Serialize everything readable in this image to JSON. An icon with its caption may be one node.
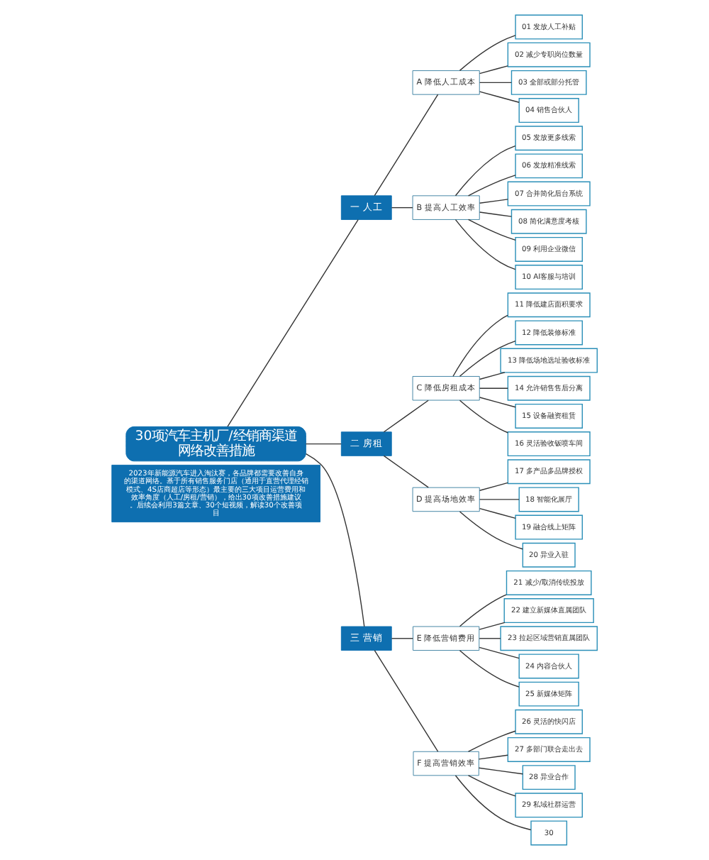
{
  "diagram": {
    "nodes": [
      {
        "text": [
          "30项汽车主机厂/经销商渠道网络改善措施"
        ]
      },
      {
        "text": [
          "2023年新能源汽车进入淘汰赛，各品牌都需要改善自身的渠道网络。基于所有销售服务门店（通用于直营代理经销模式、4S店商超店等形态）最主要的三大项目运营费用和效率角度（人工/房租/营销），给出30项改善措施建议。后续会利用3篇文章、30个短视频，解读30个改善项目"
        ]
      },
      {
        "text": [
          "一 人工"
        ]
      },
      {
        "text": [
          "二 房租"
        ]
      },
      {
        "text": [
          "三 营销"
        ]
      },
      {
        "text": [
          "A 降低人工成本"
        ]
      },
      {
        "text": [
          "B 提高人工效率"
        ]
      },
      {
        "text": [
          "C 降低房租成本"
        ]
      },
      {
        "text": [
          "D 提高场地效率"
        ]
      },
      {
        "text": [
          "E 降低营销费用"
        ]
      },
      {
        "text": [
          "F 提高营销效率"
        ]
      },
      {
        "text": [
          "01 发放人工补贴"
        ]
      },
      {
        "text": [
          "02 减少专职岗位数量"
        ]
      },
      {
        "text": [
          "03 全部或部分托管"
        ]
      },
      {
        "text": [
          "04 销售合伙人"
        ]
      },
      {
        "text": [
          "05 发放更多线索"
        ]
      },
      {
        "text": [
          "06 发放精准线索"
        ]
      },
      {
        "text": [
          "07 合并简化后台系统"
        ]
      },
      {
        "text": [
          "08 简化满意度考核"
        ]
      },
      {
        "text": [
          "09 利用企业微信"
        ]
      },
      {
        "text": [
          "10 AI客服与培训"
        ]
      },
      {
        "text": [
          "11 降低建店面积要求"
        ]
      },
      {
        "text": [
          "12 降低装修标准"
        ]
      },
      {
        "text": [
          "13 降低场地选址验收标准"
        ]
      },
      {
        "text": [
          "14 允许销售售后分离"
        ]
      },
      {
        "text": [
          "15 设备融资租赁"
        ]
      },
      {
        "text": [
          "16 灵活验收钣喷车间"
        ]
      },
      {
        "text": [
          "17 多产品多品牌授权"
        ]
      },
      {
        "text": [
          "18 智能化展厅"
        ]
      },
      {
        "text": [
          "19 融合线上矩阵"
        ]
      },
      {
        "text": [
          "20 异业入驻"
        ]
      },
      {
        "text": [
          "21 减少/取消传统投放"
        ]
      },
      {
        "text": [
          "22 建立新媒体直属团队"
        ]
      },
      {
        "text": [
          "23 拉起区域营销直属团队"
        ]
      },
      {
        "text": [
          "24 内容合伙人"
        ]
      },
      {
        "text": [
          "25 新媒体矩阵"
        ]
      },
      {
        "text": [
          "26 灵活的快闪店"
        ]
      },
      {
        "text": [
          "27 多部门联合走出去"
        ]
      },
      {
        "text": [
          "28 异业合作"
        ]
      },
      {
        "text": [
          "29 私域社群运营"
        ]
      },
      {
        "text": [
          "30"
        ]
      }
    ],
    "edges": [
      {
        "from": 0,
        "to": 2,
        "arrow": "none"
      },
      {
        "from": 0,
        "to": 3,
        "arrow": "none"
      },
      {
        "from": 0,
        "to": 4,
        "arrow": "none"
      },
      {
        "from": 2,
        "to": 5,
        "arrow": "none"
      },
      {
        "from": 2,
        "to": 6,
        "arrow": "none"
      },
      {
        "from": 3,
        "to": 7,
        "arrow": "none"
      },
      {
        "from": 3,
        "to": 8,
        "arrow": "none"
      },
      {
        "from": 4,
        "to": 9,
        "arrow": "none"
      },
      {
        "from": 4,
        "to": 10,
        "arrow": "none"
      },
      {
        "from": 5,
        "to": 11,
        "arrow": "none"
      },
      {
        "from": 5,
        "to": 12,
        "arrow": "none"
      },
      {
        "from": 5,
        "to": 13,
        "arrow": "none"
      },
      {
        "from": 5,
        "to": 14,
        "arrow": "none"
      },
      {
        "from": 6,
        "to": 15,
        "arrow": "none"
      },
      {
        "from": 6,
        "to": 16,
        "arrow": "none"
      },
      {
        "from": 6,
        "to": 17,
        "arrow": "none"
      },
      {
        "from": 6,
        "to": 18,
        "arrow": "none"
      },
      {
        "from": 6,
        "to": 19,
        "arrow": "none"
      },
      {
        "from": 6,
        "to": 20,
        "arrow": "none"
      },
      {
        "from": 7,
        "to": 21,
        "arrow": "none"
      },
      {
        "from": 7,
        "to": 22,
        "arrow": "none"
      },
      {
        "from": 7,
        "to": 23,
        "arrow": "none"
      },
      {
        "from": 7,
        "to": 24,
        "arrow": "none"
      },
      {
        "from": 7,
        "to": 25,
        "arrow": "none"
      },
      {
        "from": 7,
        "to": 26,
        "arrow": "none"
      },
      {
        "from": 8,
        "to": 27,
        "arrow": "none"
      },
      {
        "from": 8,
        "to": 28,
        "arrow": "none"
      },
      {
        "from": 8,
        "to": 29,
        "arrow": "none"
      },
      {
        "from": 8,
        "to": 30,
        "arrow": "none"
      },
      {
        "from": 9,
        "to": 31,
        "arrow": "none"
      },
      {
        "from": 9,
        "to": 32,
        "arrow": "none"
      },
      {
        "from": 9,
        "to": 33,
        "arrow": "none"
      },
      {
        "from": 9,
        "to": 34,
        "arrow": "none"
      },
      {
        "from": 9,
        "to": 35,
        "arrow": "none"
      },
      {
        "from": 10,
        "to": 36,
        "arrow": "none"
      },
      {
        "from": 10,
        "to": 37,
        "arrow": "none"
      },
      {
        "from": 10,
        "to": 38,
        "arrow": "none"
      },
      {
        "from": 10,
        "to": 39,
        "arrow": "none"
      },
      {
        "from": 10,
        "to": 40,
        "arrow": "none"
      }
    ]
  }
}
